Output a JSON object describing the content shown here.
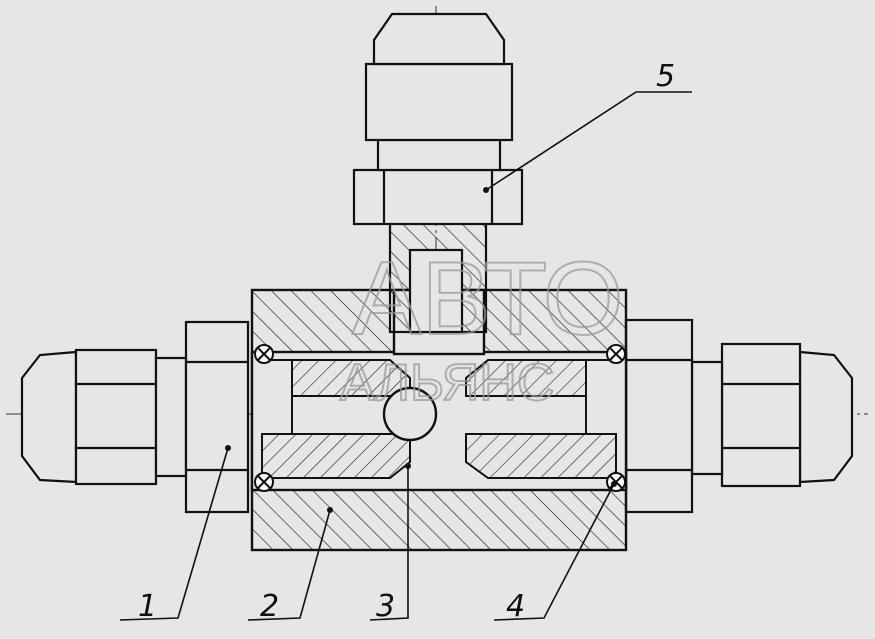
{
  "watermark": {
    "line1": "АВТО",
    "line2": "АЛЬЯНС"
  },
  "callouts": [
    {
      "id": "1",
      "label": "1"
    },
    {
      "id": "2",
      "label": "2"
    },
    {
      "id": "3",
      "label": "3"
    },
    {
      "id": "4",
      "label": "4"
    },
    {
      "id": "5",
      "label": "5"
    }
  ],
  "colors": {
    "background": "#e6e6e6",
    "line": "#111111",
    "hatch": "#222222",
    "watermark": "#9a9a9a"
  }
}
